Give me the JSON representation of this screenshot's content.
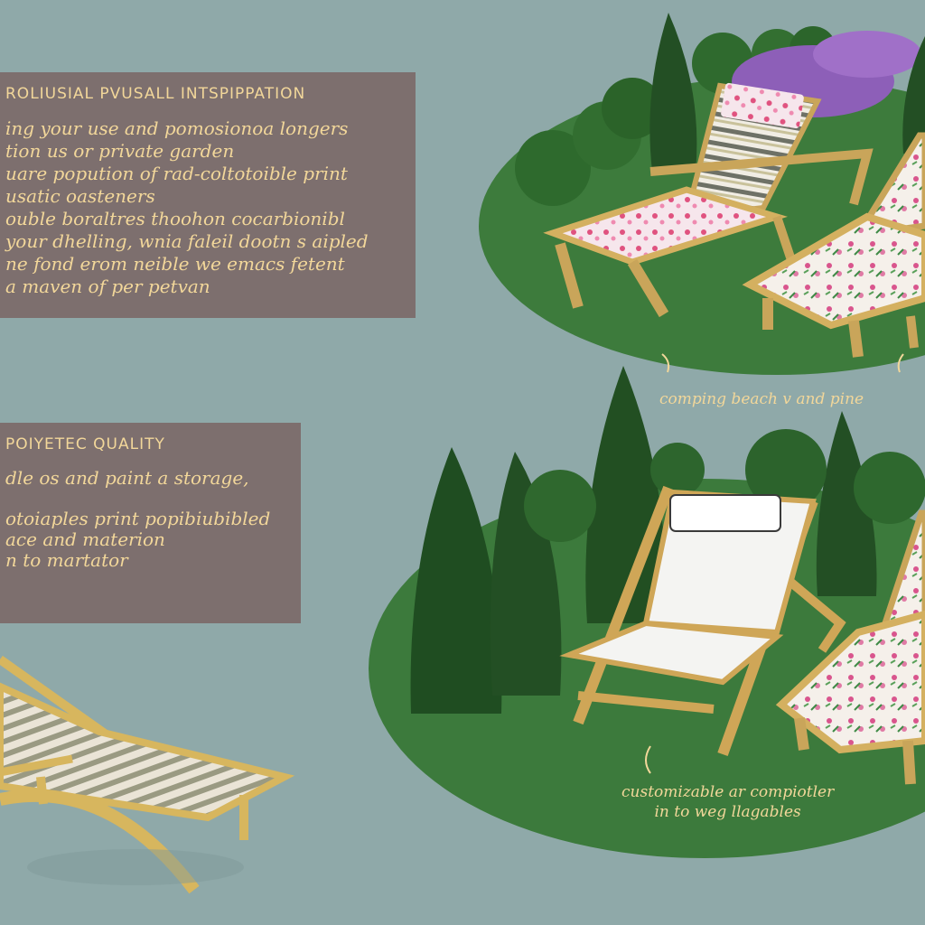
{
  "panel_top": {
    "title": "ROLIUSIAL PVUSALL INTSPIPPATION",
    "lines": [
      "ing your use and pomosionoa longers",
      "tion us or private garden",
      "uare popution of rad-coltotoible print",
      "usatic oasteners",
      "ouble boraltres thoohon cocarbionibl",
      "your dhelling, wnia faleil dootn s aipled",
      "ne fond erom neible we emacs fetent",
      "a maven of per petvan"
    ]
  },
  "panel_bottom": {
    "title": "POIYETEC QUALITY",
    "lines": [
      "dle os and paint a storage,",
      "otoiaples print popibiubibled",
      "ace and materion",
      "n to martator"
    ]
  },
  "captions": {
    "top": "comping beach v and pine",
    "bottom_line1": "customizable ar compiotler",
    "bottom_line2": "in to weg llagables"
  },
  "colors": {
    "background": "#8fa9a9",
    "panel": "#7d6f6e",
    "text": "#f2d79a",
    "lawn": "#3c7a3c",
    "wood": "#d4b060"
  }
}
